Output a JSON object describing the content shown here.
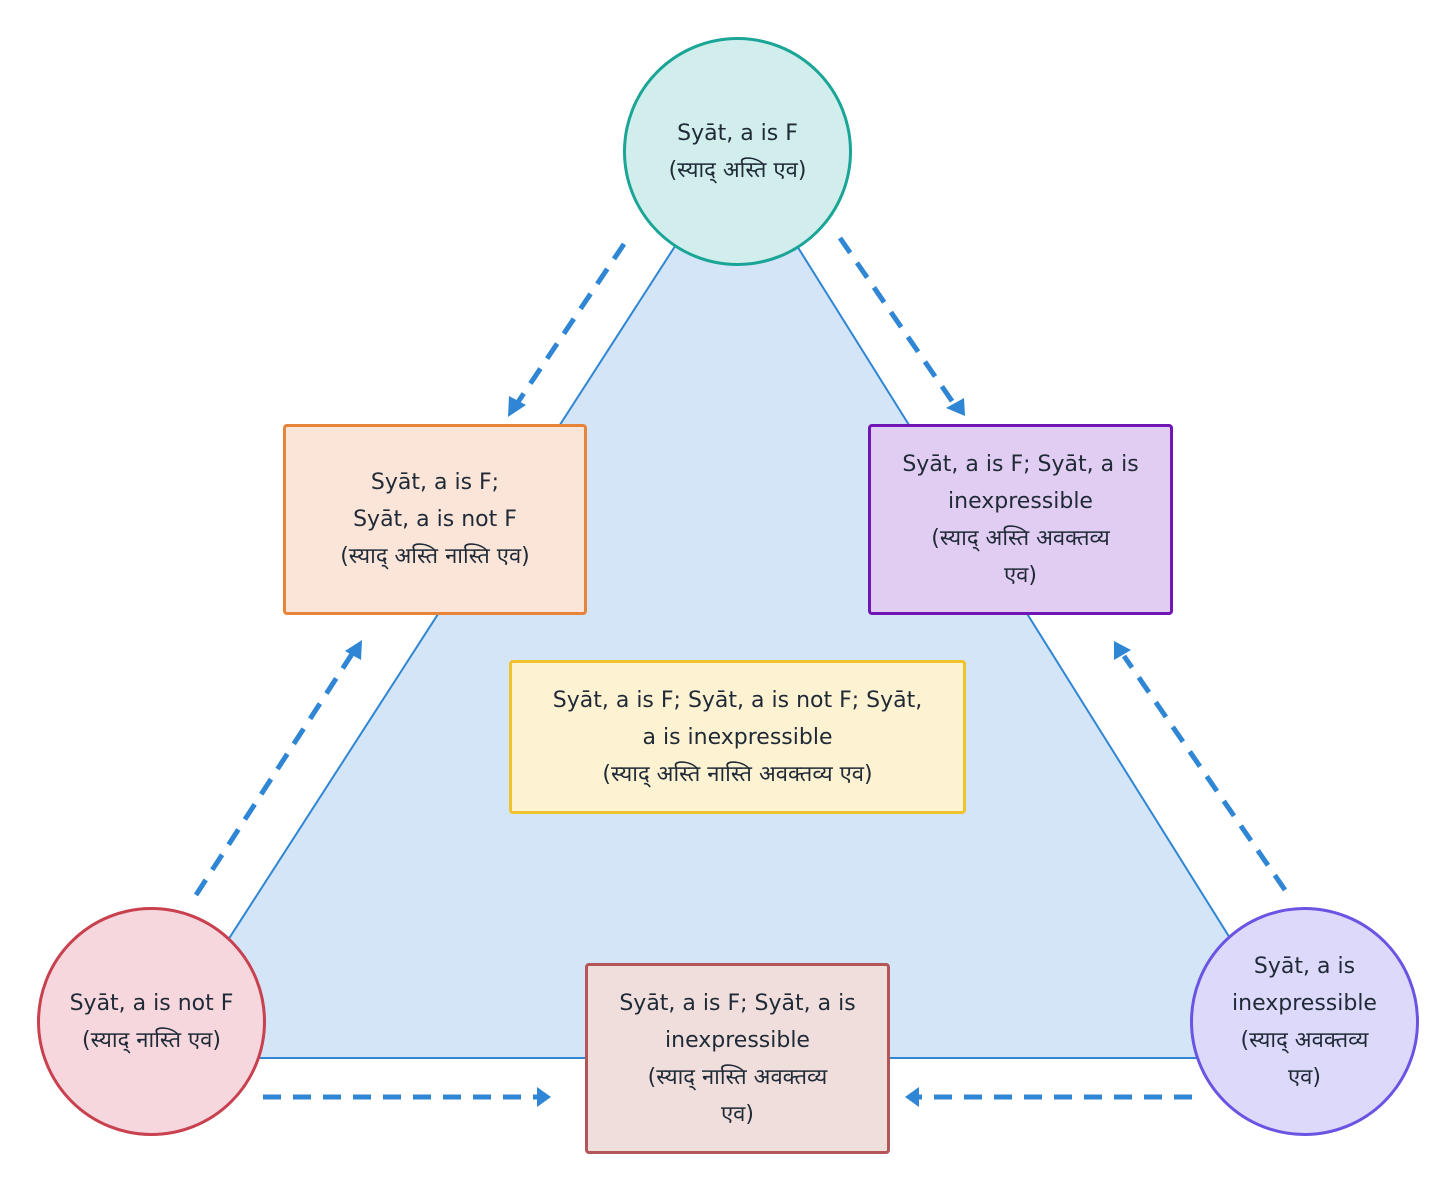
{
  "nodes": {
    "top": {
      "line1": "Syāt, a is F",
      "line2": "(स्याद् अस्ति एव)",
      "fill": "#d1eeec",
      "stroke": "#1aa597"
    },
    "bottom_left": {
      "line1": "Syāt, a is not F",
      "line2": "(स्याद्  नास्ति  एव)",
      "fill": "#f5d7dd",
      "stroke": "#c9404f"
    },
    "bottom_right": {
      "line1": "Syāt, a is",
      "line2": "inexpressible",
      "line3": "(स्याद्  अवक्तव्य",
      "line4": "एव)",
      "fill": "#ddd9fb",
      "stroke": "#6b54e3"
    },
    "left_mid": {
      "line1": "Syāt, a is F;",
      "line2": "Syāt, a is not F",
      "line3": "(स्याद् अस्ति नास्ति एव)",
      "fill": "#fbe5d8",
      "stroke": "#e8833a"
    },
    "right_mid": {
      "line1": "Syāt, a is F; Syāt, a is",
      "line2": "inexpressible",
      "line3": "(स्याद् अस्ति अवक्तव्य",
      "line4": "एव)",
      "fill": "#e1cdf2",
      "stroke": "#7016b4"
    },
    "center": {
      "line1": "Syāt, a is F; Syāt, a is not F; Syāt,",
      "line2": "a is inexpressible",
      "line3": "(स्याद् अस्ति नास्ति अवक्तव्य एव)",
      "fill": "#fdf2d2",
      "stroke": "#f2c12e"
    },
    "bottom_mid": {
      "line1": "Syāt, a is F; Syāt, a is",
      "line2": "inexpressible",
      "line3": "(स्याद् नास्ति अवक्तव्य",
      "line4": "एव)",
      "fill": "#f0dedd",
      "stroke": "#b4555a"
    }
  },
  "colors": {
    "triangle_fill": "#d3e5f6",
    "triangle_stroke": "#2f86d4",
    "arrow": "#2f86d4"
  }
}
